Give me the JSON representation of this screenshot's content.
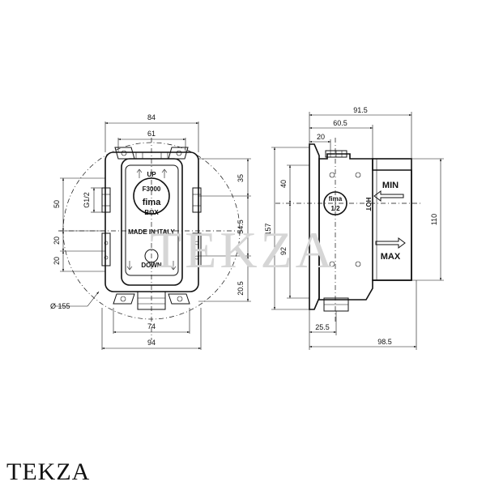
{
  "front_view": {
    "dims": {
      "d84": "84",
      "d61": "61",
      "d74": "74",
      "d94": "94",
      "d35": "35",
      "d545": "54.5",
      "d205": "20.5",
      "d50": "50",
      "d20a": "20",
      "d20b": "20",
      "g12": "G1/2",
      "dia155": "Ø 155"
    },
    "labels": {
      "up": "UP",
      "model": "F3000",
      "brand_mark": "fima",
      "box": "BOX",
      "made_in": "MADE IN ITALY",
      "down": "DOWN"
    }
  },
  "side_view": {
    "dims": {
      "d915": "91.5",
      "d605": "60.5",
      "d20": "20",
      "d40": "40",
      "d92": "92",
      "d157": "157",
      "d110": "110",
      "d255": "25.5",
      "d985": "98.5"
    },
    "labels": {
      "min": "MIN",
      "max": "MAX",
      "hot": "HOT",
      "fima": "fima",
      "half": "1/2"
    }
  },
  "watermark": "TEKZA",
  "brand": "TEKZA"
}
